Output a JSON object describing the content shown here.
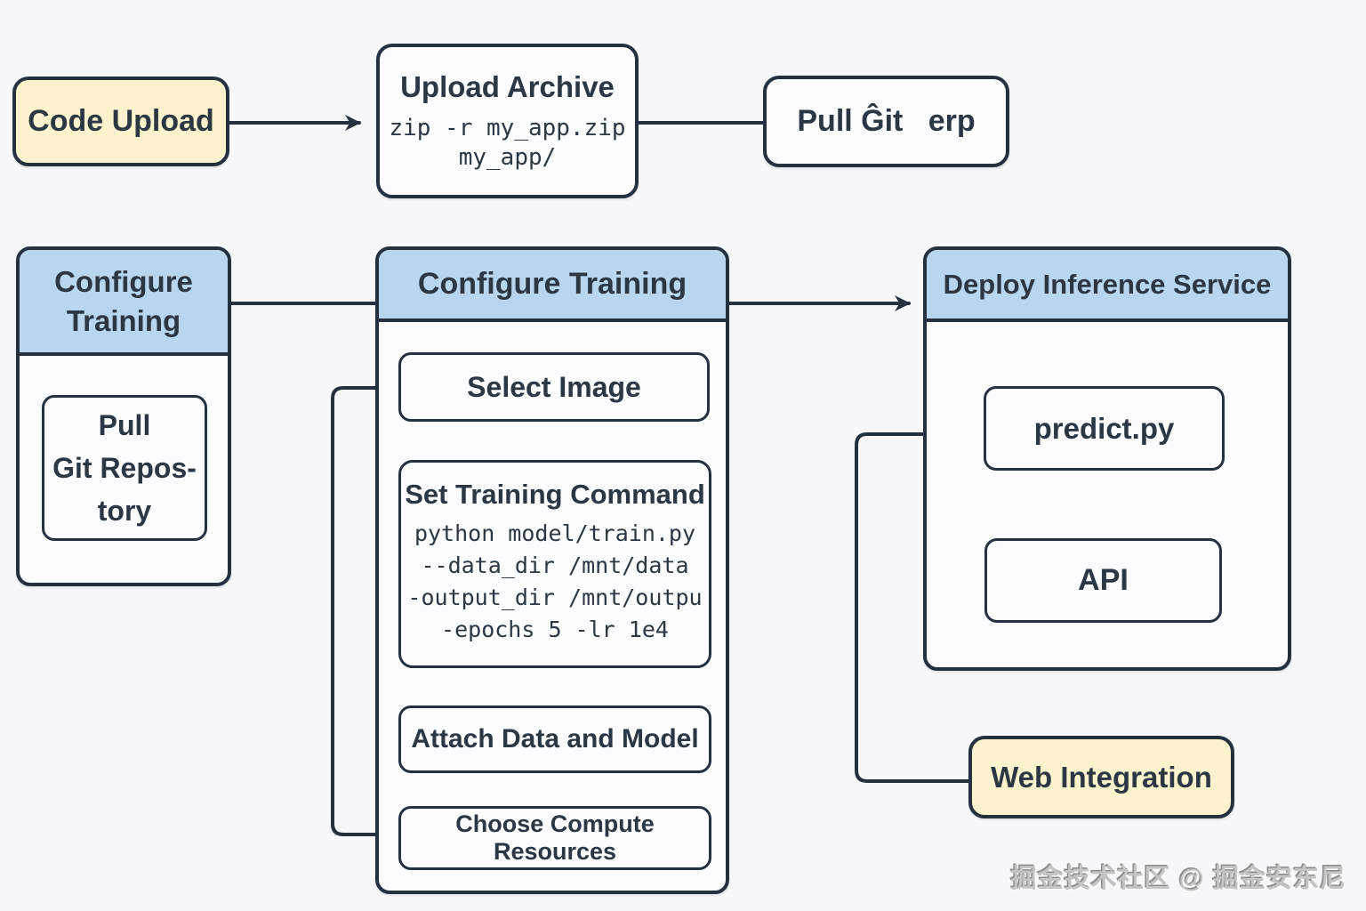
{
  "colors": {
    "header_blue": "#b9d6f1",
    "cream": "#fcf2cd",
    "orange": "#f9d2a0",
    "stroke": "#25313f",
    "background": "#f7f8fa"
  },
  "top_row": {
    "code_upload": "Code Upload",
    "upload_archive": {
      "title": "Upload Archive",
      "code": [
        "zip -r my_app.zip",
        "my_app/"
      ]
    },
    "pull_git": "Pull Ĝit   erp"
  },
  "left_panel": {
    "header": "Configure Training",
    "pull_git_repository": [
      "Pull",
      "Git Repos-",
      "tory"
    ]
  },
  "center_panel": {
    "header": "Configure Training",
    "select_image": "Select Image",
    "set_training_command": {
      "title": "Set Training Command",
      "code": [
        "python model/train.py",
        "--data_dir /mnt/data",
        "-output_dir /mnt/outpu",
        "-epochs 5 -lr 1e4"
      ]
    },
    "attach_data_and_model": "Attach Data and Model",
    "choose_compute_resources": "Choose Compute Resources"
  },
  "right_panel": {
    "header": "Deploy Inference Service",
    "predict": "predict.py",
    "api": "API"
  },
  "web_integration": "Web Integration",
  "watermark": "掘金技术社区 @ 掘金安东尼"
}
